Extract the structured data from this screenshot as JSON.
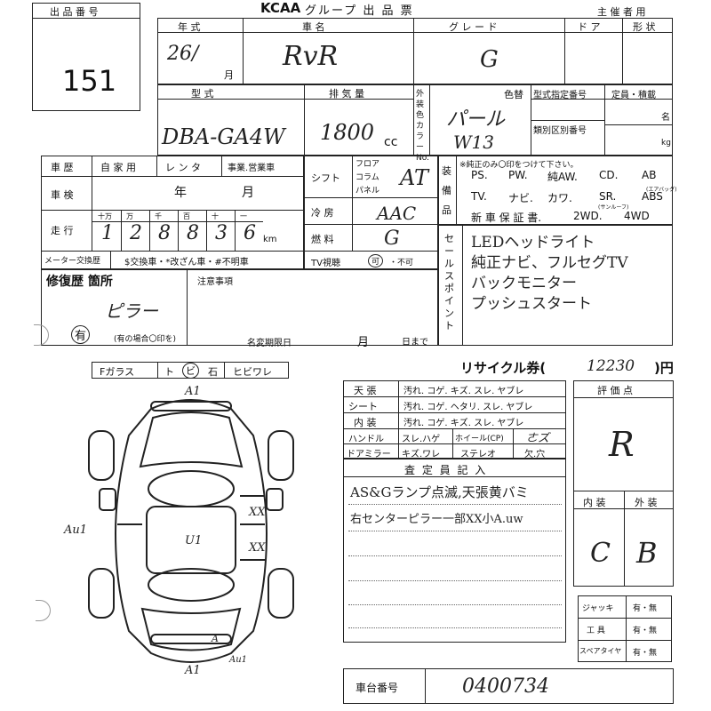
{
  "header": {
    "logo": "KCAA",
    "title": "グループ 出 品 票",
    "organizer_use": "主 催 者 用"
  },
  "lot": {
    "label": "出 品 番 号",
    "number": "151"
  },
  "top_row": {
    "year_label": "年 式",
    "make_label": "車 名",
    "grade_label": "グ レ ー ド",
    "door_label": "ド ア",
    "body_label": "形 状",
    "year_value": "26/",
    "month_unit": "月",
    "car_name": "RvR",
    "grade": "G"
  },
  "model_row": {
    "model_label": "型 式",
    "displacement_label": "排 気 量",
    "exterior_color_label": "外装色カラーNo.",
    "color_label": "色替",
    "model_designation_label": "型式指定番号",
    "category_label": "類別区別番号",
    "capacity_label": "定員・積載",
    "people_unit": "名",
    "kg_unit": "kg",
    "model_code": "DBA-GA4W",
    "displacement": "1800",
    "cc": "cc",
    "color_name": "パール",
    "color_code": "W13"
  },
  "history": {
    "label": "車 歴",
    "options": [
      "自 家 用",
      "レ ン タ",
      "事業.営業車"
    ],
    "inspection_label": "車 検",
    "inspection_year": "年",
    "inspection_month": "月",
    "mileage_label": "走 行",
    "digit_labels": [
      "十万",
      "万",
      "千",
      "百",
      "十",
      "一"
    ],
    "mileage_digits": [
      "1",
      "2",
      "8",
      "8",
      "3",
      "6"
    ],
    "km": "km",
    "meter_label": "メーター交換歴",
    "meter_options": "$交換車・*改ざん車・#不明車"
  },
  "specs": {
    "shift_label": "シフト",
    "shift_positions": [
      "フロア",
      "コラム",
      "パネル"
    ],
    "shift_value": "AT",
    "ac_label": "冷 房",
    "ac_value": "AAC",
    "fuel_label": "燃 料",
    "fuel_value": "G",
    "tv_label": "TV視聴",
    "tv_options": [
      "可",
      "・不可"
    ]
  },
  "equipment": {
    "label": "装備品",
    "note": "※純正のみ〇印をつけて下さい。",
    "row1": [
      "PS.",
      "PW.",
      "純AW.",
      "CD.",
      "AB"
    ],
    "row2": [
      "TV.",
      "ナビ.",
      "カワ.",
      "SR.",
      "ABS"
    ],
    "sub_ab": "(エアバッグ)",
    "sub_sr": "(サンルーフ)",
    "row3": [
      "新 車 保 証 書.",
      "2WD.",
      "4WD"
    ]
  },
  "sales_points": {
    "label": "セールスポイント",
    "lines": [
      "LEDヘッドライト",
      "純正ナビ、フルセグTV",
      "バックモニター",
      "プッシュスタート"
    ]
  },
  "repair": {
    "label": "修復歴 箇所",
    "value": "ピラー",
    "circle": "有",
    "note": "(有の場合〇印を)",
    "notes_label": "注意事項",
    "deadline_label": "名変期限日",
    "deadline_month": "月",
    "deadline_day": "日まで"
  },
  "glass": {
    "label": "Fガラス",
    "options": [
      "ト",
      "ビ",
      "石",
      "ヒビワレ"
    ]
  },
  "recycle": {
    "label": "リサイクル券(",
    "value": "12230",
    "unit": ")円"
  },
  "interior_checks": [
    {
      "label": "天 張",
      "options": "汚れ. コゲ. キズ. スレ. ヤブレ"
    },
    {
      "label": "シート",
      "options": "汚れ. コゲ. ヘタリ. スレ. ヤブレ"
    },
    {
      "label": "内 装",
      "options": "汚れ. コゲ. キズ. スレ. ヤブレ"
    }
  ],
  "handle": {
    "label": "ハンドル",
    "options": "スレ.ハゲ",
    "wheel": "ホイール(CP)",
    "wheel_value": "ㄜズ"
  },
  "door_mirror": {
    "label": "ドアミラー",
    "options": "キズ.ワレ",
    "stereo": "ステレオ",
    "missing": "欠.穴"
  },
  "inspector": {
    "label": "査 定 員 記 入",
    "lines": [
      "AS&Gランプ点滅,天張黄バミ",
      "右センターピラー一部XX小A.uw"
    ]
  },
  "grade_box": {
    "label": "評 価 点",
    "score": "R",
    "interior_label": "内 装",
    "exterior_label": "外 装",
    "interior": "C",
    "exterior": "B"
  },
  "tools": [
    {
      "label": "ジャッキ",
      "value": "有・無"
    },
    {
      "label": "工 具",
      "value": "有・無"
    },
    {
      "label": "スペアタイヤ",
      "value": "有・無"
    }
  ],
  "chassis": {
    "label": "車台番号",
    "value": "0400734"
  },
  "diagram": {
    "marks": [
      "A1",
      "Au1",
      "U1",
      "XX",
      "XX",
      "A1",
      "Au1",
      "A"
    ]
  }
}
